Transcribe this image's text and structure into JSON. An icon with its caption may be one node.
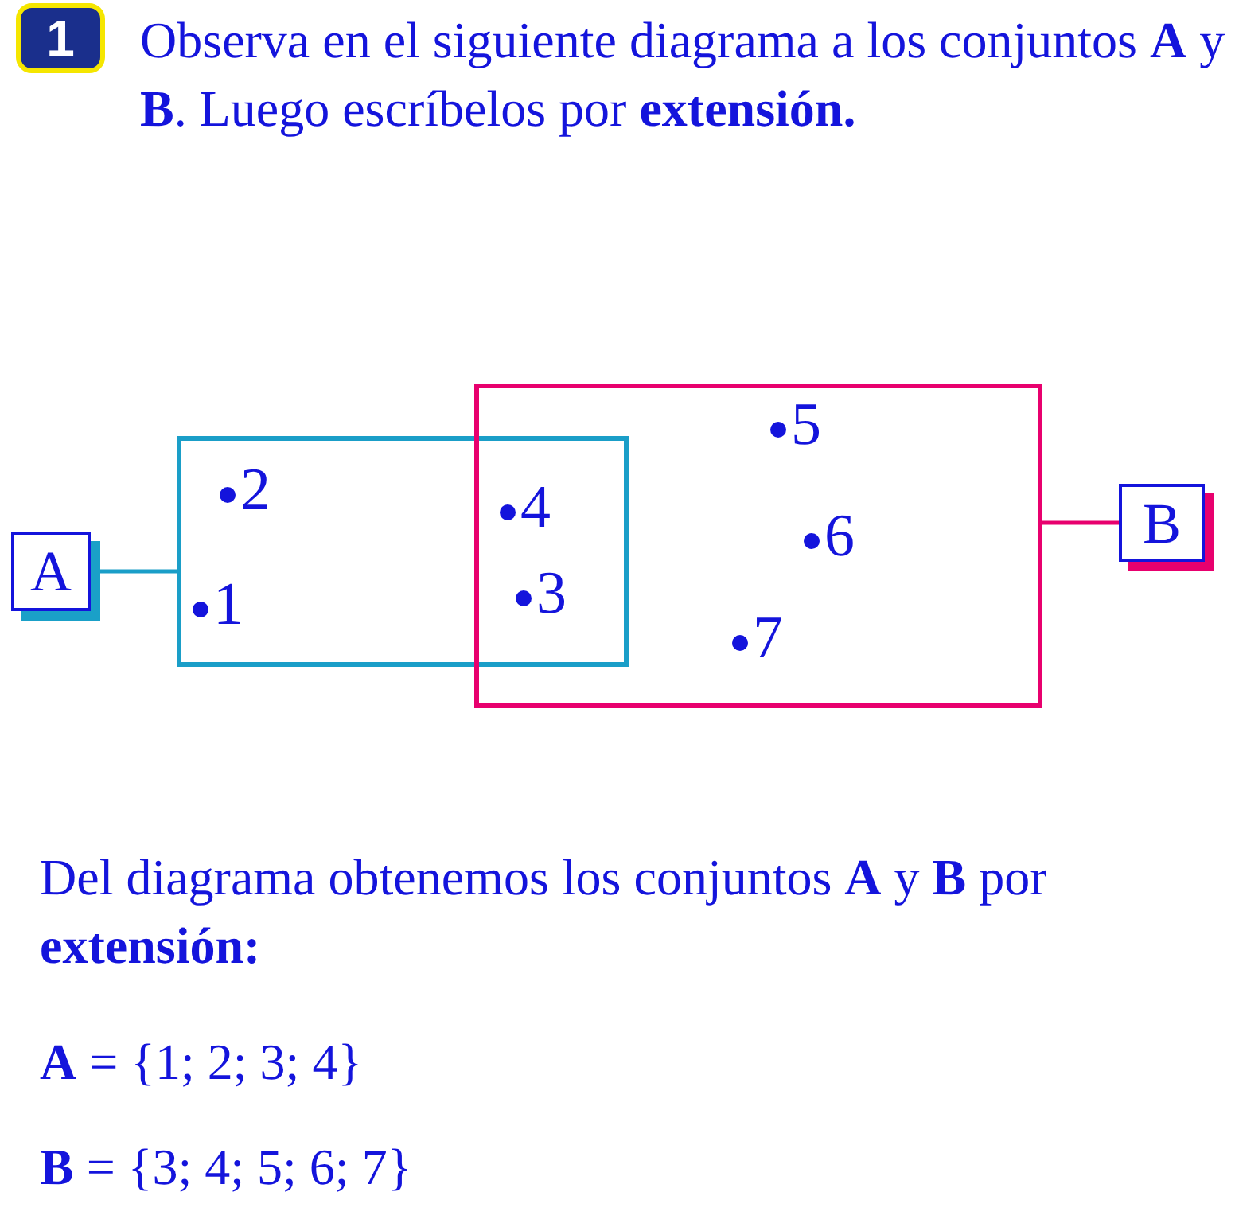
{
  "diagram": {
    "title": "Observa en el siguiente diagrama a los conjuntos **A** y **B**. Luego escríbelos por **extensión.**",
    "nodes": [
      {
        "text": [
          "A"
        ]
      },
      {
        "text": [],
        "shape": "box"
      },
      {
        "text": [
          "B"
        ]
      },
      {
        "text": [],
        "shape": "box"
      }
    ],
    "edges": [
      {
        "from": 0,
        "to": 1,
        "arrow": "none",
        "color": "#1a9ec8"
      },
      {
        "from": 2,
        "to": 3,
        "arrow": "none",
        "color": "#e8006e"
      }
    ],
    "labels": [
      "1",
      "5",
      "2",
      "4",
      "6",
      "3",
      "1",
      "7",
      "Del diagrama obtenemos los conjuntos **A** y **B** por **extensión:**",
      "**A** = {1; 2; 3; 4}",
      "**B** = {3; 4; 5; 6; 7}"
    ]
  }
}
